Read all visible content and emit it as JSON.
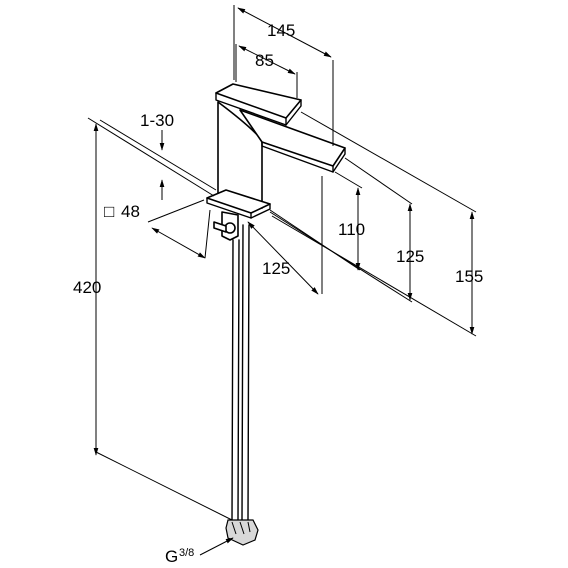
{
  "dimensions": {
    "top_overall": "145",
    "top_handle": "85",
    "tilt": "1-30",
    "base_square": "48",
    "base_square_symbol": "□",
    "total_height": "420",
    "base_depth": "125",
    "spout_height": "110",
    "handle_height": "125",
    "overall_height": "155",
    "connection": "G",
    "connection_fraction": "3/8"
  }
}
